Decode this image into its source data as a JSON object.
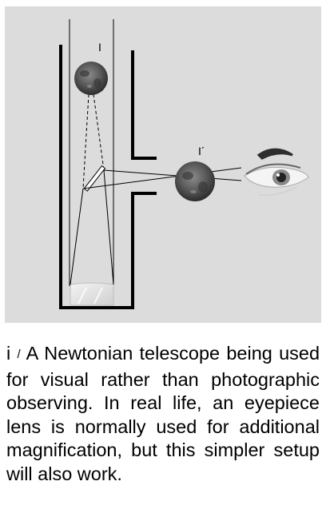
{
  "figure": {
    "label_object": "I",
    "label_image": "I´"
  },
  "caption": {
    "fig_label_letter": "i",
    "fig_label_sep": "/",
    "text": "A Newtonian telescope being used for visual rather than photographic observing. In real life, an eyepiece lens is normally used for additional magnification, but this simpler setup will also work."
  },
  "colors": {
    "panel_background": "#dcdcdc",
    "tube": "#000000",
    "moon": "#4a4a4a",
    "eyebrow": "#2e2e2e"
  }
}
